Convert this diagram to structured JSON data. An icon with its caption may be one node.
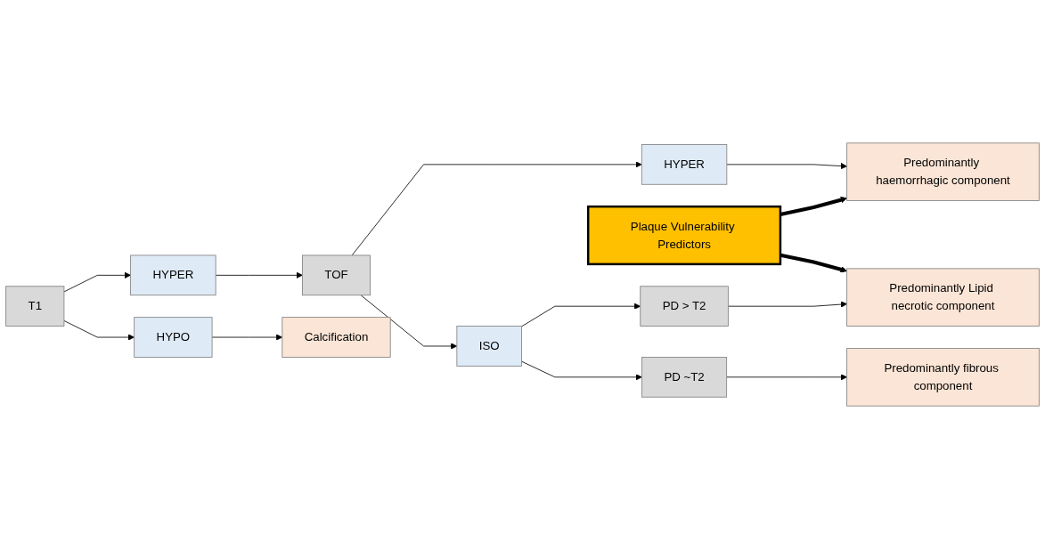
{
  "diagram": {
    "nodes": [
      {
        "text": [
          "T1"
        ]
      },
      {
        "text": [
          "HYPER"
        ]
      },
      {
        "text": [
          "HYPO"
        ]
      },
      {
        "text": [
          "Calcification"
        ]
      },
      {
        "text": [
          "TOF"
        ]
      },
      {
        "text": [
          "HYPER"
        ]
      },
      {
        "text": [
          "ISO"
        ]
      },
      {
        "text": [
          "Predominantly haemorrhagic component"
        ]
      },
      {
        "text": [
          "Plaque Vulnerability Predictors"
        ]
      },
      {
        "text": [
          "PD > T2"
        ]
      },
      {
        "text": [
          "PD ~T2"
        ]
      },
      {
        "text": [
          "Predominantly Lipid necrotic component"
        ]
      },
      {
        "text": [
          "Predominantly fibrous component"
        ]
      }
    ],
    "edges": [
      {
        "from": 0,
        "to": 1,
        "arrow": "to"
      },
      {
        "from": 0,
        "to": 2,
        "arrow": "to"
      },
      {
        "from": 2,
        "to": 3,
        "arrow": "to"
      },
      {
        "from": 1,
        "to": 4,
        "arrow": "to"
      },
      {
        "from": 4,
        "to": 5,
        "arrow": "to"
      },
      {
        "from": 4,
        "to": 6,
        "arrow": "to"
      },
      {
        "from": 5,
        "to": 7,
        "arrow": "to"
      },
      {
        "from": 8,
        "to": 7,
        "arrow": "to",
        "style": "thick"
      },
      {
        "from": 8,
        "to": 11,
        "arrow": "to",
        "style": "thick"
      },
      {
        "from": 6,
        "to": 9,
        "arrow": "to"
      },
      {
        "from": 6,
        "to": 10,
        "arrow": "to"
      },
      {
        "from": 9,
        "to": 11,
        "arrow": "to"
      },
      {
        "from": 10,
        "to": 12,
        "arrow": "to"
      }
    ]
  }
}
